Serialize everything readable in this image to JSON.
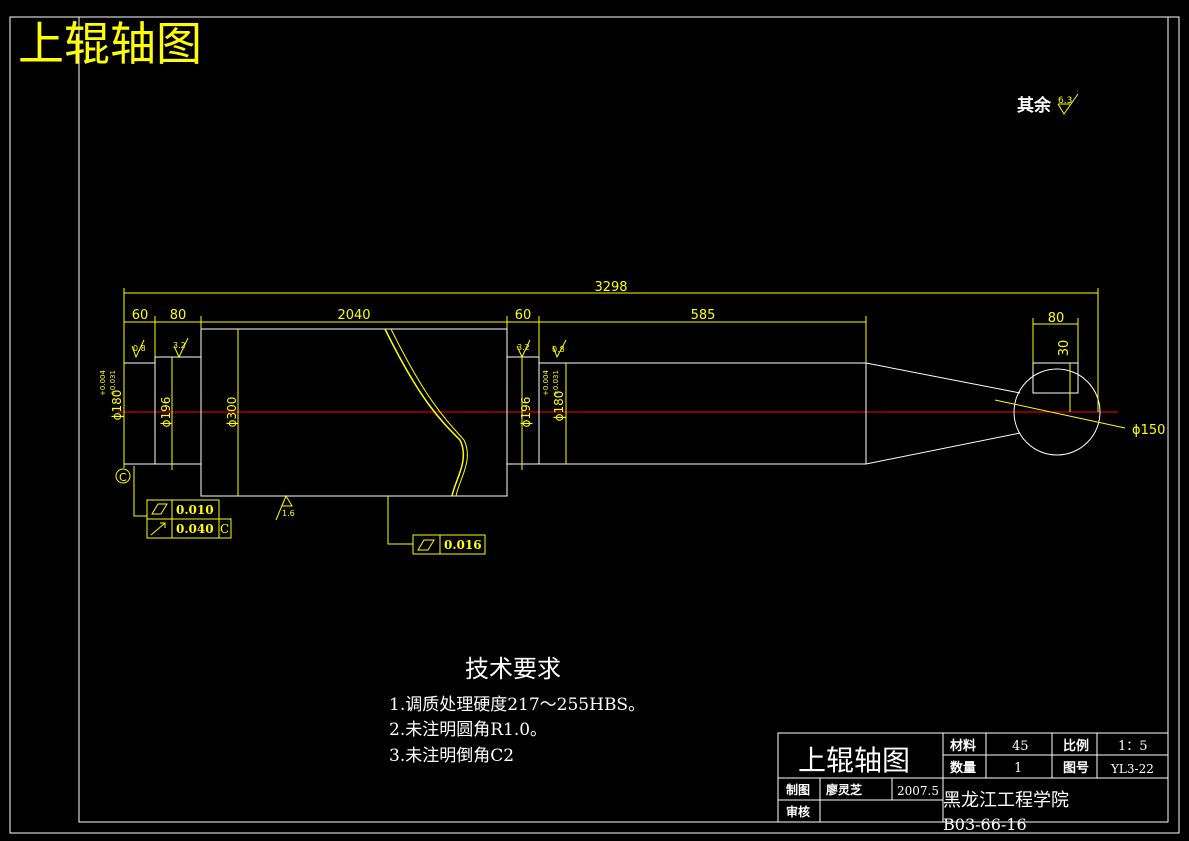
{
  "title": "上辊轴图",
  "roughness_note": "其余",
  "roughness_rest": "6.3",
  "dimensions": {
    "total_length": "3298",
    "len_a": "60",
    "len_b": "80",
    "len_body": "2040",
    "len_c": "60",
    "len_d": "585",
    "flat_w": "80",
    "flat_h": "30",
    "dia_journal_left": "ϕ180",
    "tol_left_upper": "+0.004",
    "tol_left_lower": "+0.031",
    "dia_collar_left": "ϕ196",
    "dia_body": "ϕ300",
    "dia_collar_right": "ϕ196",
    "dia_journal_right": "ϕ180",
    "tol_right_upper": "+0.004",
    "tol_right_lower": "+0.031",
    "dia_end": "ϕ150"
  },
  "roughness": {
    "r1": "0.8",
    "r2": "3.2",
    "r3": "3.2",
    "r4": "0.8",
    "r5": "1.6"
  },
  "datum": "C",
  "tolerances": {
    "cyl_left": "0.010",
    "runout_left": "0.040",
    "runout_left_datum": "C",
    "cyl_body": "0.016"
  },
  "tech_requirements": {
    "heading": "技术要求",
    "items": [
      "1.调质处理硬度217～255HBS。",
      "2.未注明圆角R1.0。",
      "3.未注明倒角C2"
    ]
  },
  "title_block": {
    "name": "上辊轴图",
    "material_label": "材料",
    "material": "45",
    "scale_label": "比例",
    "scale": "1：5",
    "qty_label": "数量",
    "qty": "1",
    "drawing_no_label": "图号",
    "drawing_no": "YL3-22",
    "drawn_label": "制图",
    "drawn_by": "廖灵芝",
    "date": "2007.5",
    "checked_label": "审核",
    "school": "黑龙江工程学院",
    "code": "B03-66-16"
  },
  "colors": {
    "background": "#000000",
    "lines": "#ffffff",
    "annotation": "#ffff00",
    "centerline": "#ff0000"
  }
}
